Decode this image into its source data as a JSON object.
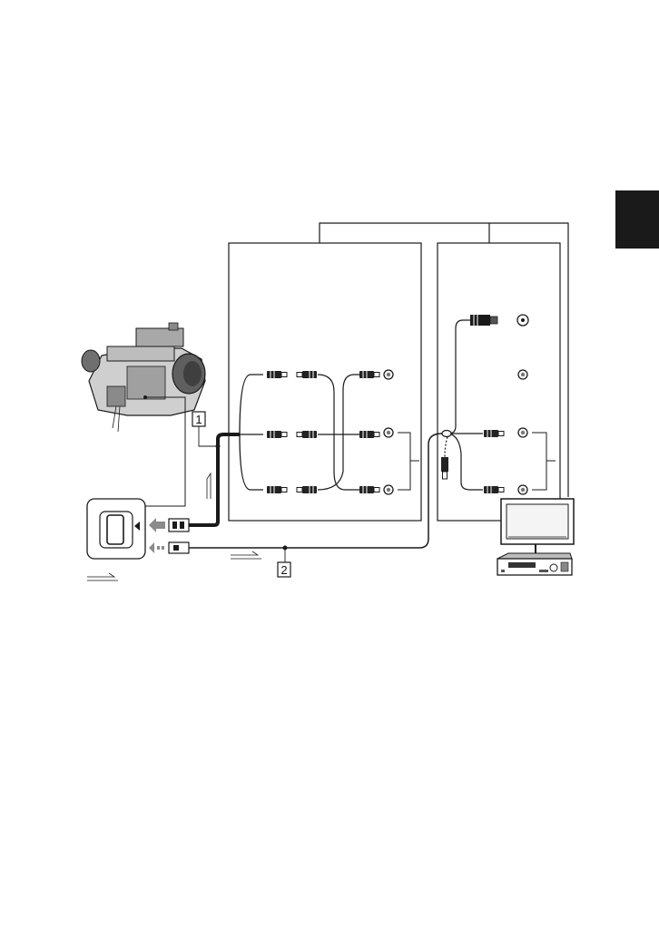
{
  "callouts": [
    {
      "id": "cable-1",
      "label": "1"
    },
    {
      "id": "cable-2",
      "label": "2"
    }
  ],
  "icons": {
    "camcorder": "camcorder-icon",
    "av-jack": "av-jack-icon",
    "component-cable": "component-video-cable-icon",
    "av-cable": "av-cable-icon",
    "tv": "tv-icon",
    "vcr": "vcr-icon",
    "s-video": "s-video-plug-icon",
    "rca": "rca-plug-icon",
    "signal-flow": "signal-flow-arrow-icon"
  },
  "colors": {
    "line": "#1a1a1a",
    "tab": "#1a1a1a",
    "jack-gray": "#9a9a9a"
  }
}
